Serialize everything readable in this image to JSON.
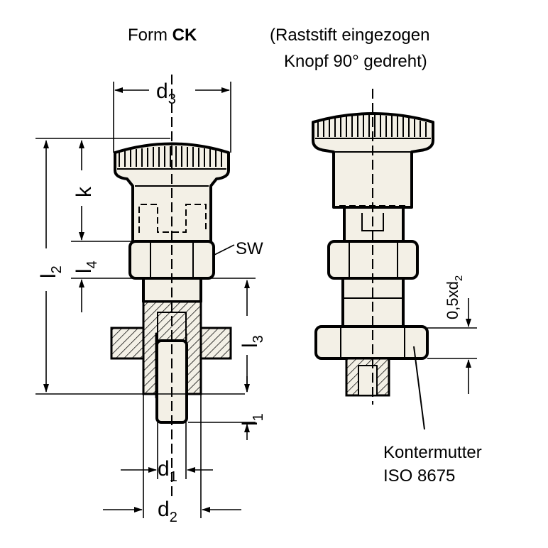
{
  "title_left": {
    "prefix": "Form ",
    "bold": "CK"
  },
  "title_right": {
    "line1": "(Raststift eingezogen",
    "line2": "Knopf 90° gedreht)"
  },
  "dims": {
    "d3": {
      "base": "d",
      "sub": "3"
    },
    "d1": {
      "base": "d",
      "sub": "1"
    },
    "d2": {
      "base": "d",
      "sub": "2"
    },
    "l2": {
      "base": "l",
      "sub": "2"
    },
    "k": "k",
    "l4": {
      "base": "l",
      "sub": "4"
    },
    "l3": {
      "base": "l",
      "sub": "3"
    },
    "l1": {
      "base": "l",
      "sub": "1"
    },
    "sw": "SW",
    "half_d2": {
      "base": "0,5xd",
      "sub": "2"
    }
  },
  "callout": {
    "line1": "Kontermutter",
    "line2": "ISO 8675"
  }
}
